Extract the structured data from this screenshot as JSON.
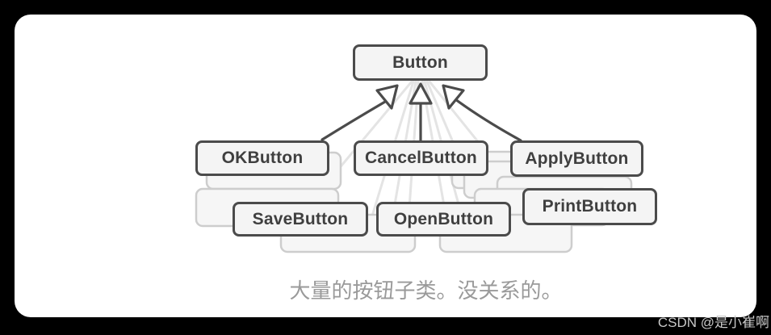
{
  "colors": {
    "background": "#000000",
    "card": "#ffffff",
    "node_border": "#4b4b4b",
    "node_fill": "#f4f4f4",
    "node_text": "#3f3f3f",
    "ghost_border": "#cdcdcd",
    "ghost_fill": "#f6f6f6",
    "fan_line": "#e4e4e4",
    "caption_text": "#9a9a9a",
    "watermark_text": "#c9c9c9"
  },
  "diagram": {
    "type": "uml-inheritance",
    "parent": {
      "label": "Button"
    },
    "subclasses": [
      {
        "label": "OKButton"
      },
      {
        "label": "CancelButton"
      },
      {
        "label": "ApplyButton"
      },
      {
        "label": "SaveButton"
      },
      {
        "label": "OpenButton"
      },
      {
        "label": "PrintButton"
      }
    ],
    "implied_more_subclasses": true
  },
  "caption": "大量的按钮子类。没关系的。",
  "watermark": "CSDN @是小崔啊"
}
